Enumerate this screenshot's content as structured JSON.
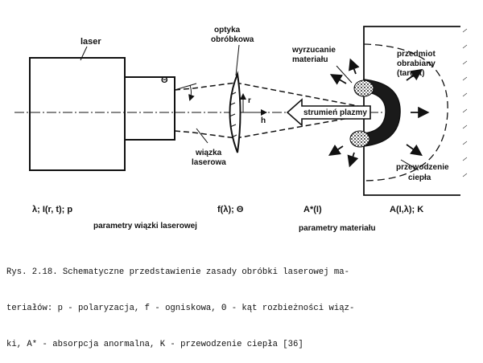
{
  "labels": {
    "laser": "laser",
    "optics": [
      "optyka",
      "obróbkowa"
    ],
    "theta": "Θ",
    "r": "r",
    "h": "h",
    "beam": [
      "wiązka",
      "laserowa"
    ],
    "plasma": "strumień plazmy",
    "ejection": [
      "wyrzucanie",
      "materiału"
    ],
    "target": [
      "przedmiot",
      "obrabiany",
      "(target)"
    ],
    "conduction": [
      "przewodzenie",
      "ciepła"
    ]
  },
  "params": {
    "wavelength": "λ; I(r, t); p",
    "focal": "f(λ); Θ",
    "absorption": "A*(I)",
    "material": "A(I,λ); K",
    "beam_group": "parametry wiązki laserowej",
    "material_group": "parametry materiału"
  },
  "caption": {
    "line1": "Rys. 2.18. Schematyczne przedstawienie zasady obróbki laserowej ma-",
    "line2": "teriałów: p - polaryzacja, f - ogniskowa, Θ - kąt rozbieżności wiąz-",
    "line3": "ki, A* - absorpcja anormalna, K - przewodzenie ciepła [36]"
  }
}
